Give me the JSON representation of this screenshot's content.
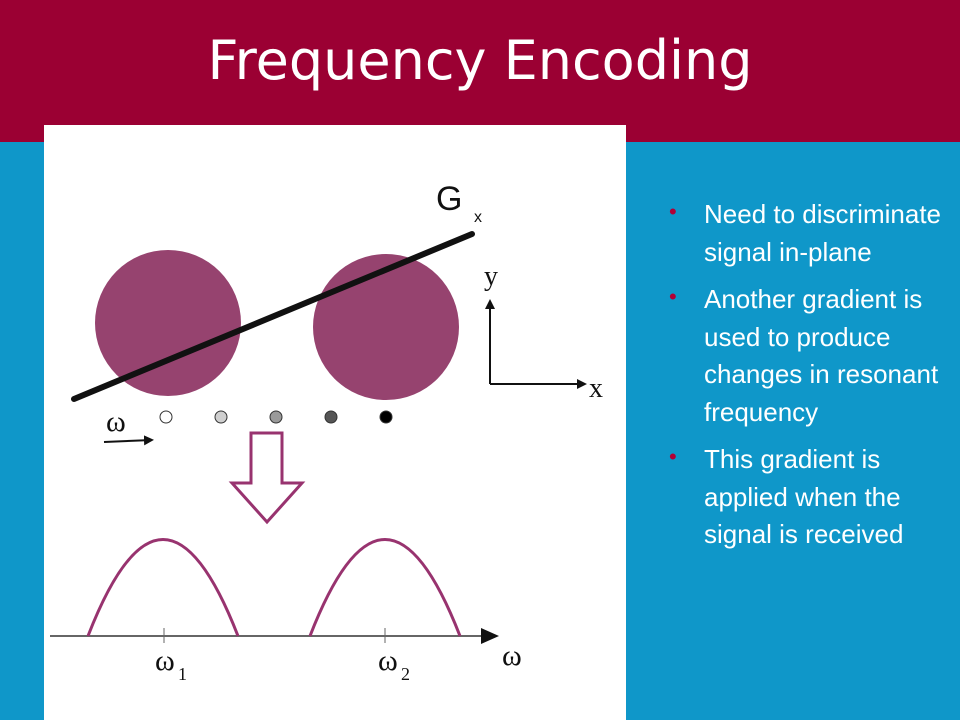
{
  "slide": {
    "title": "Frequency Encoding"
  },
  "figure": {
    "gradient_label": "G",
    "gradient_subscript": "x",
    "axis_y_label": "y",
    "axis_x_label": "x",
    "omega_label": "ω",
    "spectrum_axis_label": "ω",
    "peak_1": {
      "symbol": "ω",
      "subscript": "1"
    },
    "peak_2": {
      "symbol": "ω",
      "subscript": "2"
    },
    "colors": {
      "object": "#96436f",
      "curve": "#98336f",
      "gradient_line": "#111111",
      "down_arrow": "#98336f"
    },
    "frequency_dots": [
      {
        "fill": "#ffffff"
      },
      {
        "fill": "#cfcfcf"
      },
      {
        "fill": "#9a9a9a"
      },
      {
        "fill": "#555555"
      },
      {
        "fill": "#000000"
      }
    ]
  },
  "bullets": [
    {
      "text": "Need to discriminate signal in-plane"
    },
    {
      "text": "Another gradient is used to produce changes in resonant frequency"
    },
    {
      "text": "This gradient is applied when the signal is received"
    }
  ],
  "theme": {
    "title_bar": "#9b0033",
    "background": "#0f97c9",
    "bullet_color": "#b10036"
  }
}
